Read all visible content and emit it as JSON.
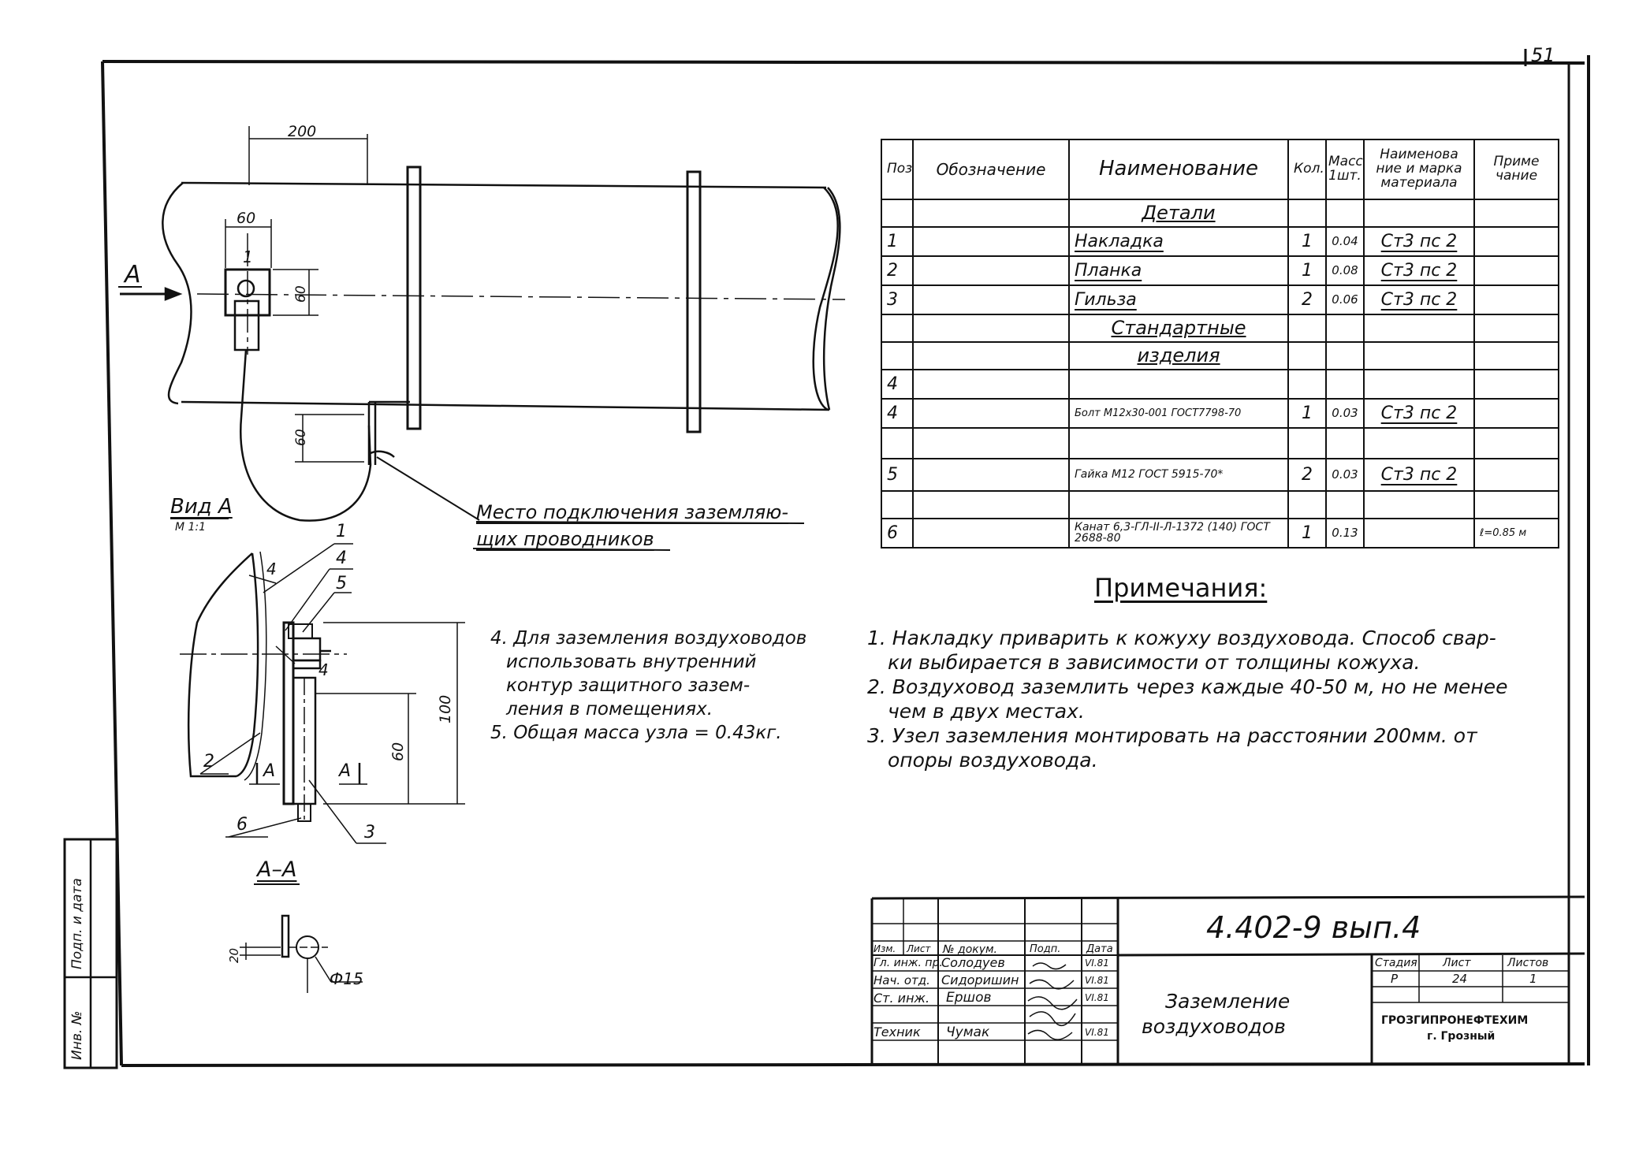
{
  "sheet": {
    "page_number": "51",
    "stamp_line1": "Инв. №",
    "stamp_line2": "Подп. и дата"
  },
  "view_main": {
    "dim_200": "200",
    "dim_60": "60",
    "dim_60_vert": "60",
    "dim_60_bracket": "60",
    "label_A": "A",
    "pos_1": "1",
    "connection_label_line1": "Место подключения заземляю-",
    "connection_label_line2": "щих проводников"
  },
  "view_a": {
    "title": "Вид А",
    "scale": "М 1:1",
    "pos_1": "1",
    "pos_4_top": "4",
    "pos_5": "5",
    "pos_4_mid": "4",
    "pos_4_left": "4",
    "pos_2": "2",
    "pos_6": "6",
    "pos_3": "3",
    "label_A_left": "A",
    "label_A_right": "A",
    "dim_100": "100",
    "dim_60": "60"
  },
  "section_aa": {
    "title": "А–А",
    "dim_20": "20",
    "dia": "Ф15"
  },
  "left_notes": [
    "4. Для заземления воздуховодов",
    "использовать внутренний",
    "контур защитного зазем-",
    "ления в помещениях.",
    "5. Общая масса узла = 0.43кг."
  ],
  "spec_table": {
    "headers": {
      "pos": "Поз.",
      "designation": "Обозначение",
      "name": "Наименование",
      "qty": "Кол.",
      "mass_1": "Масса",
      "mass_2": "1шт.",
      "material_1": "Наименова",
      "material_2": "ние и марка",
      "material_3": "материала",
      "note_1": "Приме",
      "note_2": "чание"
    },
    "section_details": "Детали",
    "section_standard_1": "Стандартные",
    "section_standard_2": "изделия",
    "rows": [
      {
        "pos": "1",
        "name": "Накладка",
        "qty": "1",
        "mass": "0.04",
        "material": "Ст3 пс 2",
        "note": ""
      },
      {
        "pos": "2",
        "name": "Планка",
        "qty": "1",
        "mass": "0.08",
        "material": "Ст3 пс 2",
        "note": ""
      },
      {
        "pos": "3",
        "name": "Гильза",
        "qty": "2",
        "mass": "0.06",
        "material": "Ст3 пс 2",
        "note": ""
      },
      {
        "pos": "4",
        "name": "",
        "qty": "",
        "mass": "",
        "material": "",
        "note": ""
      },
      {
        "pos": "4",
        "name": "Болт М12х30-001 ГОСТ7798-70",
        "qty": "1",
        "mass": "0.03",
        "material": "Ст3 пс 2",
        "note": ""
      },
      {
        "pos": "5",
        "name": "Гайка М12 ГОСТ 5915-70*",
        "qty": "2",
        "mass": "0.03",
        "material": "Ст3 пс 2",
        "note": ""
      },
      {
        "pos": "6",
        "name": "Канат 6,3-ГЛ-II-Л-1372 (140) ГОСТ 2688-80",
        "qty": "1",
        "mass": "0.13",
        "material": "",
        "note": "ℓ=0.85 м"
      }
    ]
  },
  "notes": {
    "title": "Примечания:",
    "items": [
      "1. Накладку приварить к кожуху воздуховода. Способ свар-",
      "ки выбирается в зависимости от толщины кожуха.",
      "2. Воздуховод заземлить через каждые 40-50 м, но не менее",
      "чем в двух местах.",
      "3. Узел заземления монтировать на расстоянии 200мм. от",
      "опоры воздуховода."
    ]
  },
  "title_block": {
    "code": "4.402-9 вып.4",
    "title_line1": "Заземление",
    "title_line2": "воздуховодов",
    "headers": [
      "Изм.",
      "Лист",
      "№ докум.",
      "Подп.",
      "Дата"
    ],
    "roles": [
      {
        "role": "Гл. инж. пр.",
        "name": "Солодуев",
        "date": "VI.81"
      },
      {
        "role": "Нач. отд.",
        "name": "Сидоришин",
        "date": "VI.81"
      },
      {
        "role": "Ст. инж.",
        "name": "Ершов",
        "date": "VI.81"
      },
      {
        "role": "Техник",
        "name": "Чумак",
        "date": "VI.81"
      }
    ],
    "stage_label": "Стадия",
    "sheet_label": "Лист",
    "sheets_label": "Листов",
    "stage": "Р",
    "sheet": "24",
    "sheets": "1",
    "org_line1": "ГРОЗГИПРОНЕФТЕХИМ",
    "org_line2": "г. Грозный"
  }
}
